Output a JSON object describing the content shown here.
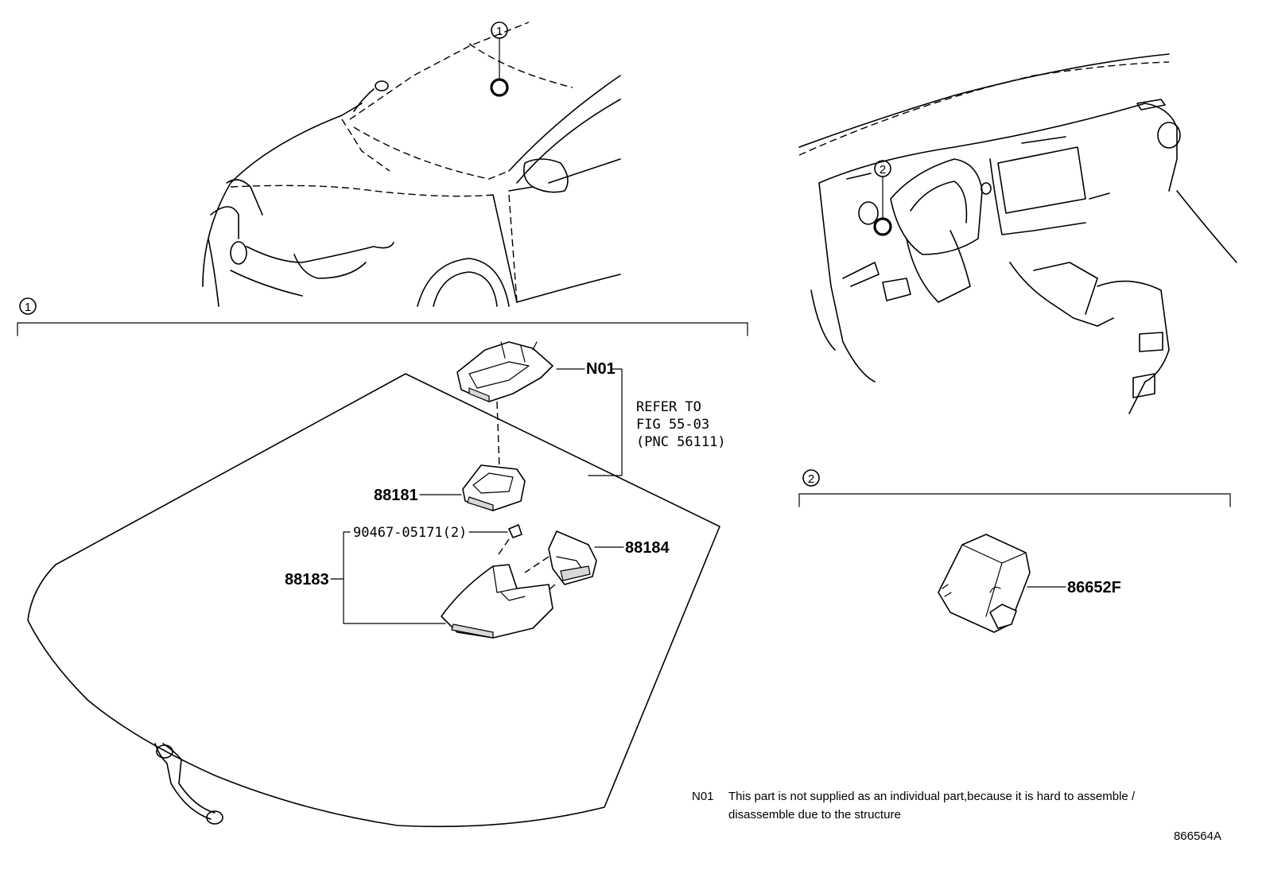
{
  "callouts": {
    "c1": "1",
    "c2": "2"
  },
  "sections": {
    "s1": "1",
    "s2": "2"
  },
  "parts": {
    "n01": "N01",
    "refer_line1": "REFER TO",
    "refer_line2": "FIG 55-03",
    "refer_line3": "(PNC 56111)",
    "p88181": "88181",
    "p90467": "90467-05171(2)",
    "p88184": "88184",
    "p88183": "88183",
    "p86652f": "86652F"
  },
  "note": {
    "code": "N01",
    "line1": "This part is not supplied as an individual part,because it is hard to assemble /",
    "line2": "disassemble due to the structure"
  },
  "figure_id": "866564A"
}
